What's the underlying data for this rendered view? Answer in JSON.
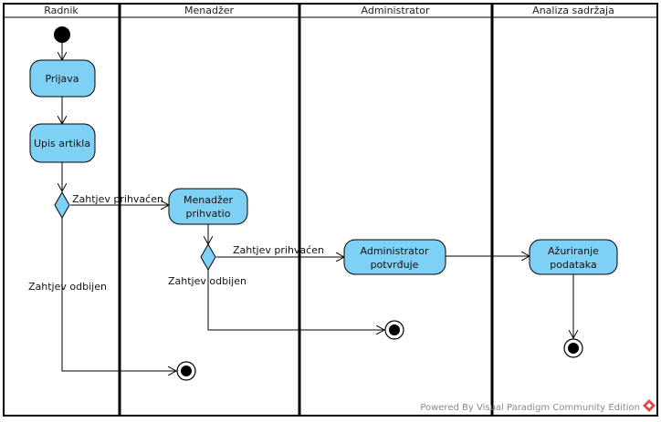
{
  "diagram": {
    "lanes": [
      {
        "id": "radnik",
        "title": "Radnik"
      },
      {
        "id": "menadzer",
        "title": "Menadžer"
      },
      {
        "id": "administrator",
        "title": "Administrator"
      },
      {
        "id": "analiza",
        "title": "Analiza sadržaja"
      }
    ],
    "actions": {
      "prijava": "Prijava",
      "upis": "Upis artikla",
      "menadzer_line1": "Menadžer",
      "menadzer_line2": "prihvatio",
      "admin_line1": "Administrator",
      "admin_line2": "potvrđuje",
      "azur_line1": "Ažuriranje",
      "azur_line2": "podataka"
    },
    "edges": {
      "accepted_1": "Zahtjev prihvaćen",
      "rejected_1": "Zahtjev odbijen",
      "accepted_2": "Zahtjev prihvaćen",
      "rejected_2": "Zahtjev odbijen"
    },
    "watermark": "Powered By Visual Paradigm Community Edition",
    "colors": {
      "node_fill": "#7fd0f5",
      "line": "#000000"
    }
  }
}
